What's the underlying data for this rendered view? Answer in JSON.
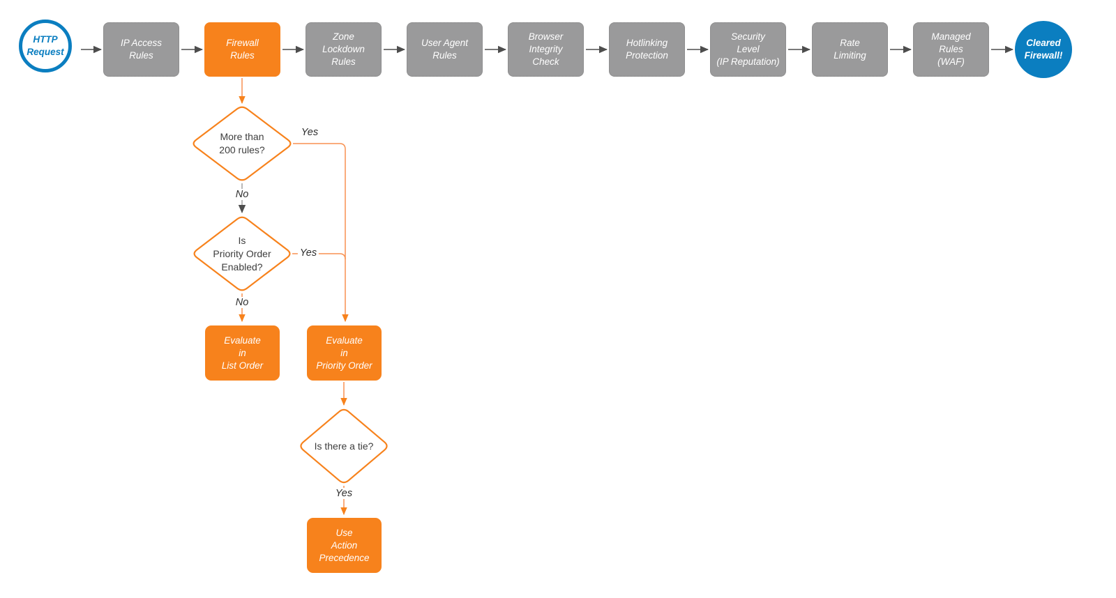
{
  "pipeline": {
    "start": {
      "label": "HTTP\nRequest"
    },
    "steps": [
      {
        "label": "IP Access\nRules"
      },
      {
        "label": "Firewall\nRules",
        "highlight": true
      },
      {
        "label": "Zone\nLockdown\nRules"
      },
      {
        "label": "User Agent\nRules"
      },
      {
        "label": "Browser\nIntegrity\nCheck"
      },
      {
        "label": "Hotlinking\nProtection"
      },
      {
        "label": "Security\nLevel\n(IP Reputation)"
      },
      {
        "label": "Rate\nLimiting"
      },
      {
        "label": "Managed\nRules\n(WAF)"
      }
    ],
    "end": {
      "label": "Cleared\nFirewall!"
    }
  },
  "firewall_rules_subflow": {
    "decision_rule_count": {
      "question": "More than\n200 rules?",
      "yes_label": "Yes",
      "no_label": "No"
    },
    "decision_priority_order": {
      "question": "Is\nPriority Order\nEnabled?",
      "yes_label": "Yes",
      "no_label": "No"
    },
    "evaluate_list_order": {
      "label": "Evaluate\nin\nList Order"
    },
    "evaluate_priority_order": {
      "label": "Evaluate\nin\nPriority Order"
    },
    "decision_tie": {
      "question": "Is there a tie?",
      "yes_label": "Yes"
    },
    "use_action_precedence": {
      "label": "Use\nAction\nPrecedence"
    }
  },
  "colors": {
    "node_orange": "#F7821C",
    "node_gray": "#9A9A9B",
    "node_blue": "#0B7EC0",
    "arrow_gray": "#4D4D4D",
    "arrow_orange": "#F7821C",
    "background": "#FFFFFF"
  }
}
